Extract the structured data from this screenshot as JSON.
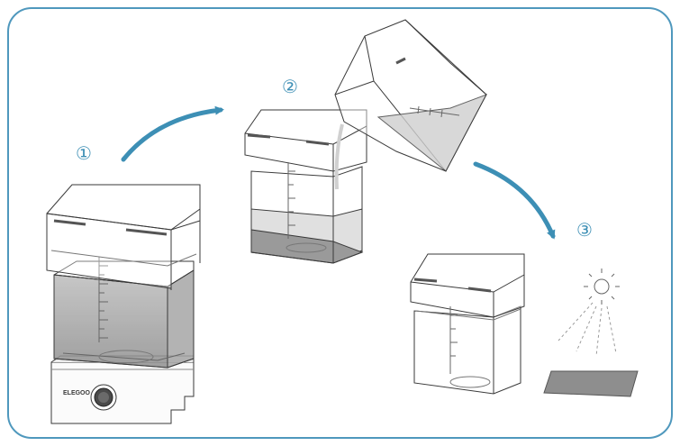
{
  "steps": [
    {
      "label": "①"
    },
    {
      "label": "②"
    },
    {
      "label": "③"
    }
  ],
  "device": {
    "brand": "ELEGOO"
  },
  "colors": {
    "frame": "#4f98bd",
    "accent": "#3d8fb5",
    "line": "#3a3a3a",
    "liquid": "#9a9a9a",
    "liquid_light": "#dadada"
  },
  "icons": [
    "sun-icon",
    "curved-arrow-icon",
    "cured-print-icon"
  ]
}
